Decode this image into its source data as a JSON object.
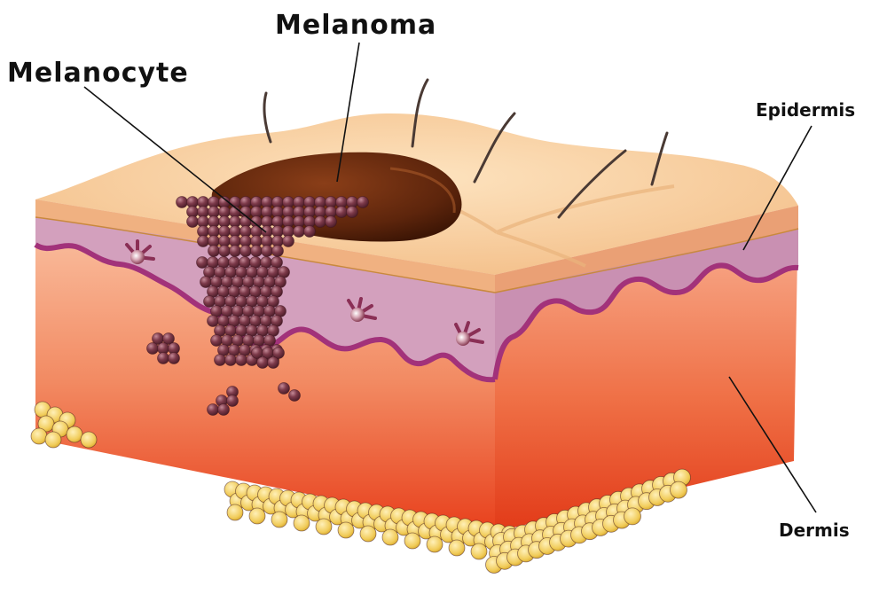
{
  "labels": {
    "melanoma": "Melanoma",
    "melanocyte": "Melanocyte",
    "epidermis": "Epidermis",
    "dermis": "Dermis"
  },
  "colors": {
    "surface": "#f6c993",
    "epidermis_layer": "#c98fb0",
    "basement_line": "#a2327a",
    "dermis_top": "#f9b99a",
    "dermis_bottom": "#e8401c",
    "fat": "#f1cc5a",
    "lesion": "#6e2d12",
    "cell": "#7a3b49",
    "hair": "#4a3a34"
  }
}
